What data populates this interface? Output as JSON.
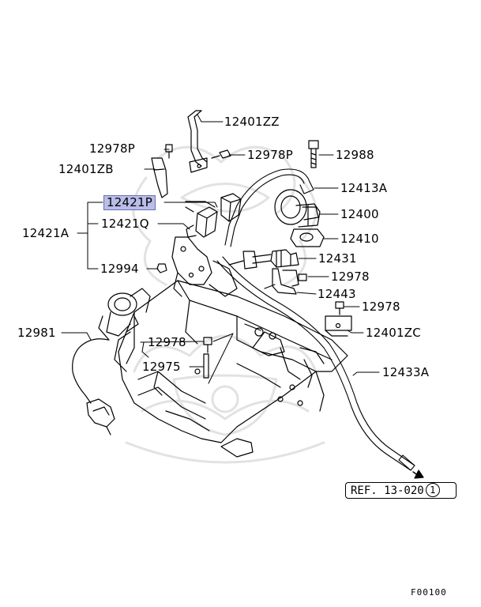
{
  "labels": {
    "p12401ZZ": "12401ZZ",
    "p12978P_a": "12978P",
    "p12978P_b": "12978P",
    "p12988": "12988",
    "p12401ZB": "12401ZB",
    "p12413A": "12413A",
    "p12421P": "12421P",
    "p12400": "12400",
    "p12421A": "12421A",
    "p12421Q": "12421Q",
    "p12410": "12410",
    "p12431": "12431",
    "p12994": "12994",
    "p12978_a": "12978",
    "p12443": "12443",
    "p12978_b": "12978",
    "p12401ZC": "12401ZC",
    "p12981": "12981",
    "p12978_c": "12978",
    "p12975": "12975",
    "p12433A": "12433A"
  },
  "reference": {
    "text": "REF. 13-020",
    "circle": "1"
  },
  "figure_code": "F00100",
  "colors": {
    "selected_highlight": "#b9bde8",
    "watermark": "#e4e4e4"
  }
}
